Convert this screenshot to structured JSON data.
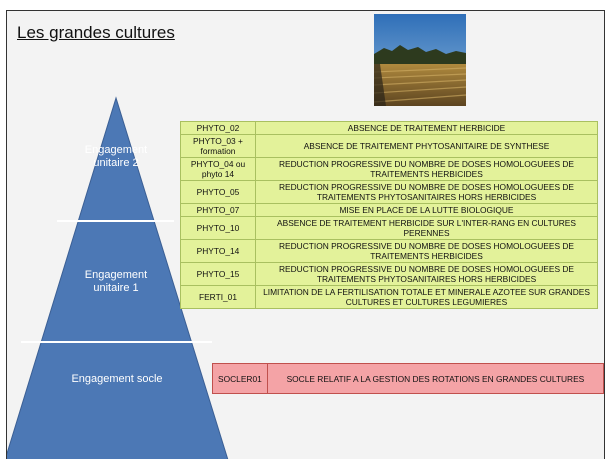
{
  "slide": {
    "title": "Les grandes cultures",
    "photo_alt": "photo d'un champ cultivé en bordure de forêt"
  },
  "pyramid": {
    "tiers": [
      {
        "label": "Engagement unitaire 2"
      },
      {
        "label": "Engagement unitaire 1"
      },
      {
        "label": "Engagement socle"
      }
    ],
    "colors": {
      "fill": "#4c78b5",
      "edge": "#3b5f94",
      "divider": "#ffffff"
    }
  },
  "measures": [
    {
      "code": "PHYTO_02",
      "description": "ABSENCE DE TRAITEMENT HERBICIDE"
    },
    {
      "code": "PHYTO_03 + formation",
      "description": "ABSENCE DE TRAITEMENT PHYTOSANITAIRE DE SYNTHESE"
    },
    {
      "code": "PHYTO_04 ou phyto 14",
      "description": "REDUCTION PROGRESSIVE DU NOMBRE DE DOSES HOMOLOGUEES DE TRAITEMENTS HERBICIDES"
    },
    {
      "code": "PHYTO_05",
      "description": "REDUCTION PROGRESSIVE DU NOMBRE DE DOSES HOMOLOGUEES DE TRAITEMENTS PHYTOSANITAIRES HORS HERBICIDES"
    },
    {
      "code": "PHYTO_07",
      "description": "MISE EN PLACE DE LA LUTTE BIOLOGIQUE"
    },
    {
      "code": "PHYTO_10",
      "description": "ABSENCE DE TRAITEMENT HERBICIDE SUR L'INTER-RANG EN CULTURES PERENNES"
    },
    {
      "code": "PHYTO_14",
      "description": "REDUCTION PROGRESSIVE DU NOMBRE DE DOSES HOMOLOGUEES DE TRAITEMENTS HERBICIDES"
    },
    {
      "code": "PHYTO_15",
      "description": "REDUCTION PROGRESSIVE DU NOMBRE DE DOSES HOMOLOGUEES DE TRAITEMENTS PHYTOSANITAIRES HORS HERBICIDES"
    },
    {
      "code": "FERTI_01",
      "description": "LIMITATION DE LA FERTILISATION TOTALE ET MINERALE AZOTEE SUR GRANDES CULTURES ET CULTURES LEGUMIERES"
    }
  ],
  "socle": {
    "code": "SOCLER01",
    "description": "SOCLE RELATIF A LA GESTION DES ROTATIONS EN GRANDES CULTURES"
  },
  "colors": {
    "measure_fill": "#e3f29a",
    "socle_fill": "#f4a3a6"
  }
}
